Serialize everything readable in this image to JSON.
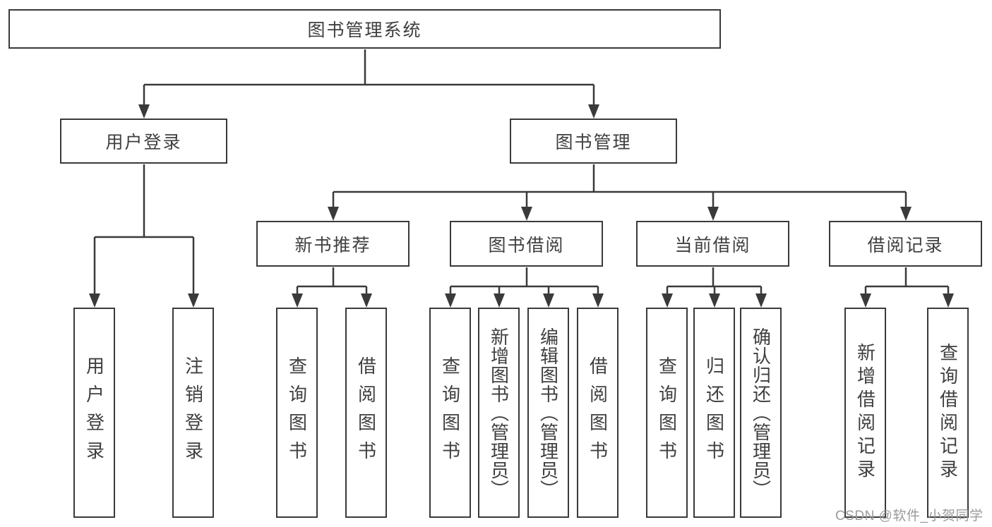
{
  "diagram": {
    "root": {
      "label": "图书管理系统"
    },
    "level2": [
      {
        "label": "用户登录"
      },
      {
        "label": "图书管理"
      }
    ],
    "level3": [
      {
        "label": "新书推荐"
      },
      {
        "label": "图书借阅"
      },
      {
        "label": "当前借阅"
      },
      {
        "label": "借阅记录"
      }
    ],
    "leaves": {
      "user_login": [
        "用户登录",
        "注销登录"
      ],
      "new_books": [
        "查询图书",
        "借阅图书"
      ],
      "book_borrow": [
        "查询图书",
        "新增图书（管理员）",
        "编辑图书（管理员）",
        "借阅图书"
      ],
      "current_borrow": [
        "查询图书",
        "归还图书",
        "确认归还（管理员）"
      ],
      "borrow_records": [
        "新增借阅记录",
        "查询借阅记录"
      ]
    },
    "watermark": "CSDN @软件_小贺同学",
    "colors": {
      "line": "#3a3a3a",
      "text": "#3f3f3f",
      "watermark": "#9b9b9b",
      "background": "#ffffff"
    }
  }
}
